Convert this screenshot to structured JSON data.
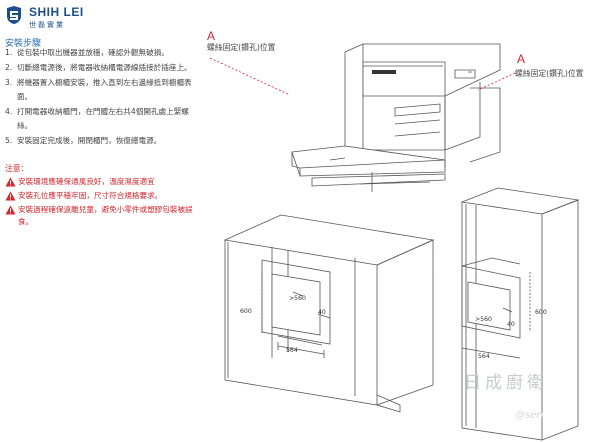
{
  "brand": {
    "name": "SHIH LEI",
    "sub": "世磊實業"
  },
  "section_title": "安裝步驟",
  "steps": [
    {
      "num": "1.",
      "text": "從包裝中取出機器並放穩，確認外觀無破損。"
    },
    {
      "num": "2.",
      "text": "切斷總電源後，將電器收納櫃電源線插接於插座上。"
    },
    {
      "num": "3.",
      "text": "將機器置入櫥櫃安裝，推入直到左右邊緣抵到櫥櫃表面。"
    },
    {
      "num": "4.",
      "text": "打開電器收納櫃門，在門體左右共4個開孔處上緊螺絲。"
    },
    {
      "num": "5.",
      "text": "安裝固定完成後，開閉櫃門，恢復總電源。"
    }
  ],
  "notes_title": "注意：",
  "warnings": [
    "安裝環境應確保通風良好，溫度濕度適宜",
    "安裝孔位應平穩牢固，尺寸符合規格要求。",
    "安裝過程確保遠離兒童，避免小零件或塑膠包裝被誤食。"
  ],
  "callouts": {
    "left": {
      "letter": "A",
      "text": "螺絲固定(鑽孔)位置"
    },
    "right": {
      "letter": "A",
      "text": "螺絲固定(鑽孔)位置"
    }
  },
  "dimensions": {
    "cabinet_left": {
      "height": "600",
      "width": "564",
      "depth": ">560",
      "gap": "40"
    },
    "cabinet_right": {
      "height": "600",
      "width": "564",
      "depth": ">560",
      "gap": "40"
    }
  },
  "watermark": {
    "text": "日成廚衛",
    "handle": "@seri"
  },
  "colors": {
    "brand": "#1c4f8e",
    "accent": "#d4252c",
    "heading": "#2f6fb0",
    "line": "#555555"
  }
}
